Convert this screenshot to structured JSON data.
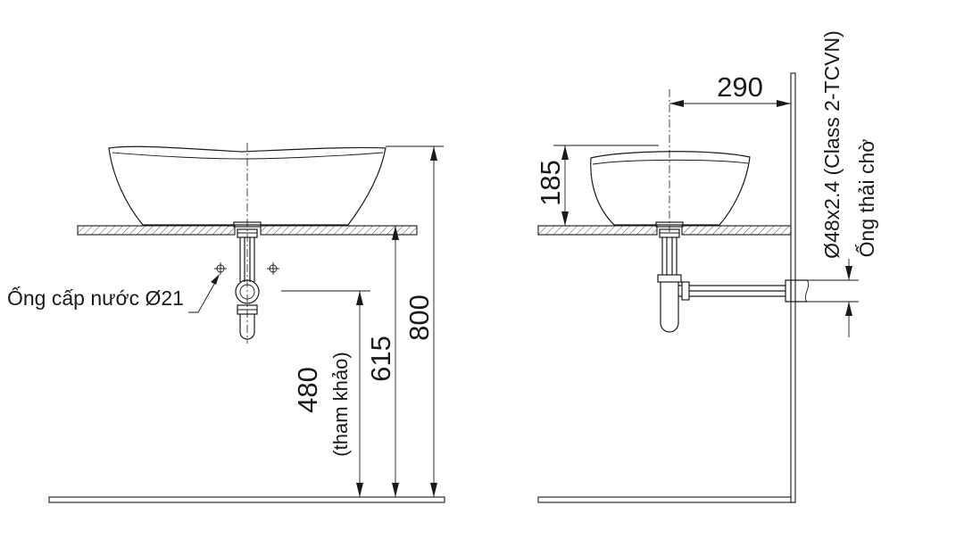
{
  "front_view": {
    "water_supply_label": "Ống cấp nước Ø21",
    "dim_480": "480",
    "dim_480_note": "(tham khảo)",
    "dim_615": "615",
    "dim_800": "800"
  },
  "side_view": {
    "dim_290": "290",
    "dim_185": "185",
    "drain_pipe_spec": "Ø48x2.4 (Class 2-TCVN)",
    "drain_pipe_label": "Ống thải chờ"
  },
  "colors": {
    "line": "#1a1a1a",
    "background": "#ffffff"
  }
}
